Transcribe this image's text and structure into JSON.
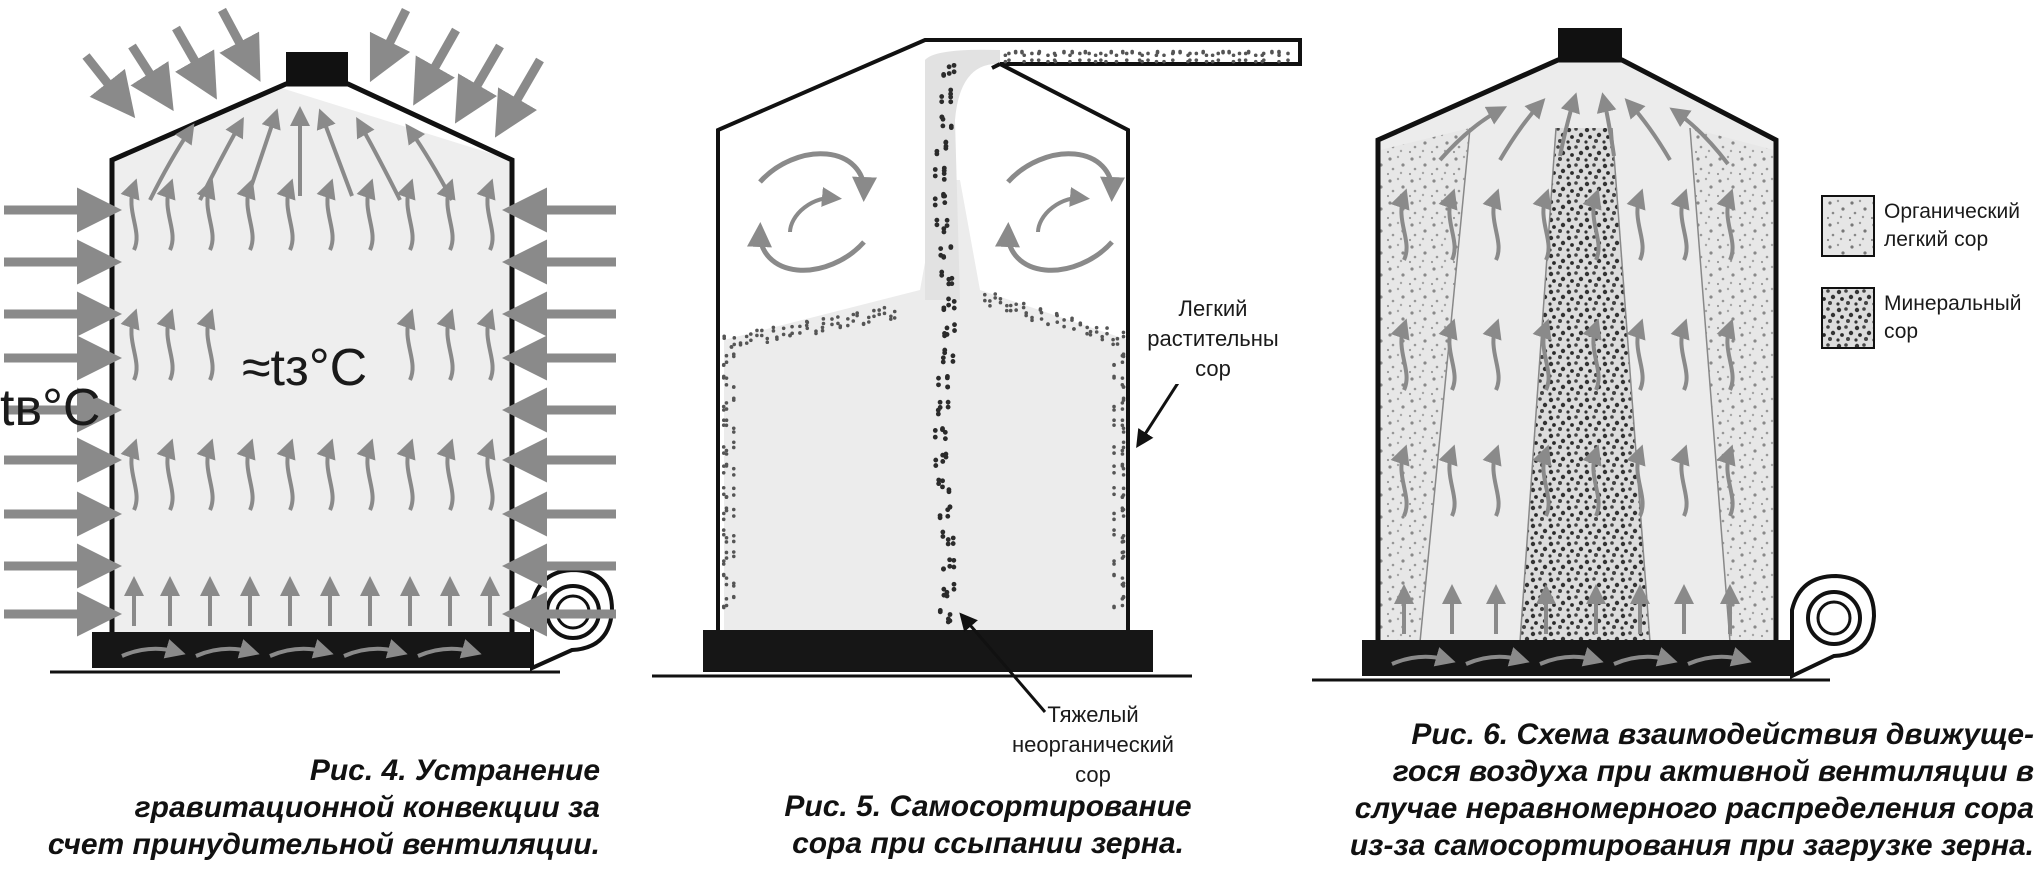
{
  "figures": {
    "fig4": {
      "outside_temp": "tв°C",
      "inside_temp": "≈tз°C",
      "caption_lines": [
        "Рис. 4. Устранение",
        "гравитационной конвекции за",
        "счет принудительной вентиляции."
      ]
    },
    "fig5": {
      "light_label_lines": [
        "Легкий",
        "растительны",
        "сор"
      ],
      "heavy_label_lines": [
        "Тяжелый",
        "неорганический",
        "сор"
      ],
      "caption_lines": [
        "Рис. 5. Самосортирование",
        "сора при ссыпании зерна."
      ]
    },
    "fig6": {
      "legend": [
        {
          "icon": "organic-debris-swatch",
          "lines": [
            "Органический",
            "легкий сор"
          ]
        },
        {
          "icon": "mineral-debris-swatch",
          "lines": [
            "Минеральный",
            "сор"
          ]
        }
      ],
      "caption_lines": [
        "Рис. 6. Схема взаимодействия движуще-",
        "гося воздуха при активной вентиляции в",
        "случае неравномерного распределения сора",
        "из-за самосортирования при загрузке зерна."
      ]
    }
  },
  "colors": {
    "outline": "#111111",
    "arrow": "#8a8a8a",
    "fill_light": "#ececec",
    "debris_dark": "#3a3a3a"
  }
}
